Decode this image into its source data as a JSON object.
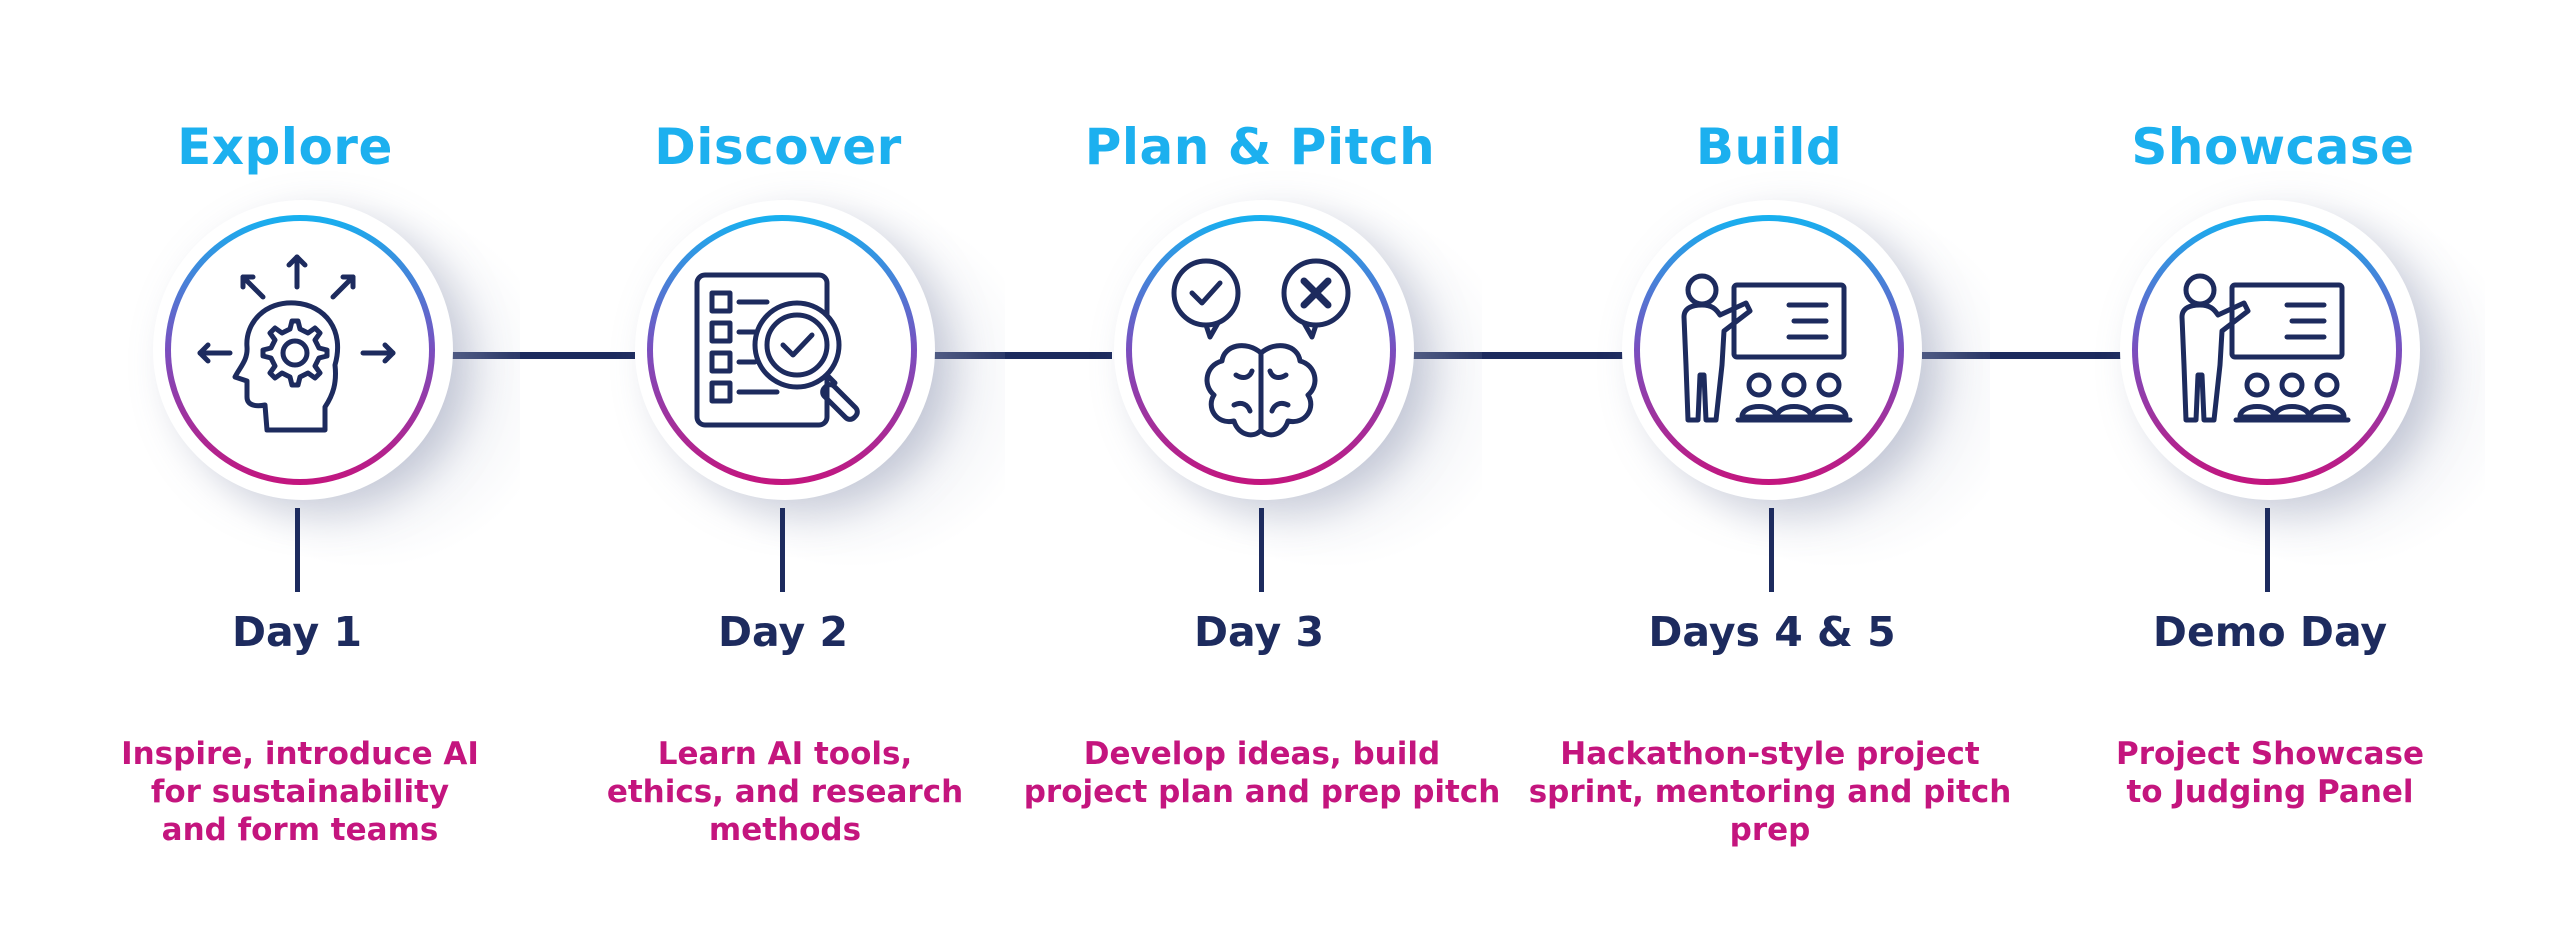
{
  "stages": [
    {
      "title": "Explore",
      "day": "Day 1",
      "description": "Inspire, introduce AI for sustainability and form teams",
      "icon": "head-gear-arrows-icon"
    },
    {
      "title": "Discover",
      "day": "Day 2",
      "description": "Learn AI tools, ethics, and research methods",
      "icon": "checklist-magnifier-icon"
    },
    {
      "title": "Plan & Pitch",
      "day": "Day 3",
      "description": "Develop ideas, build project plan and prep pitch",
      "icon": "brain-check-cross-icon"
    },
    {
      "title": "Build",
      "day": "Days 4 & 5",
      "description": "Hackathon-style project sprint, mentoring and pitch prep",
      "icon": "presenter-audience-icon"
    },
    {
      "title": "Showcase",
      "day": "Demo Day",
      "description": "Project Showcase to Judging Panel",
      "icon": "presenter-audience-icon"
    }
  ],
  "colors": {
    "title": "#1cb0ef",
    "day": "#1d2b5e",
    "description": "#c4157e",
    "line": "#1d2b5e",
    "ring_top": "#16b1f0",
    "ring_bottom": "#c4157e"
  }
}
